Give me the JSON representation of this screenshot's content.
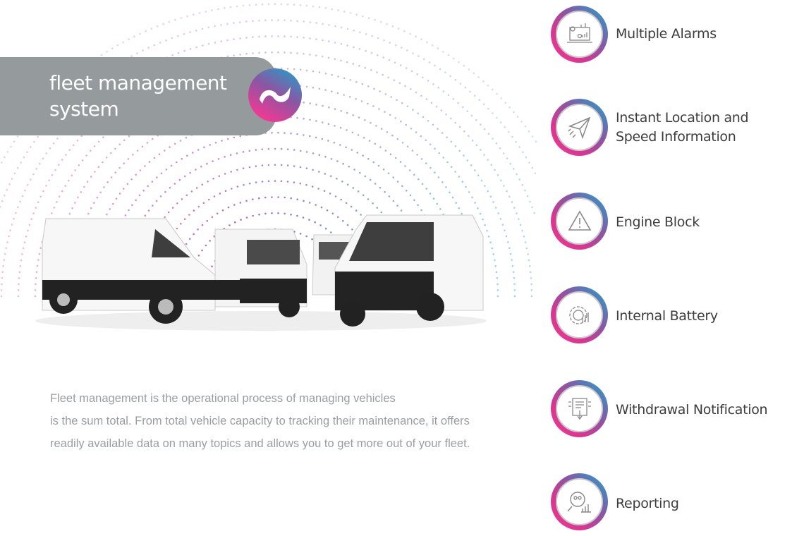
{
  "banner": {
    "title": "fleet management system",
    "logo_icon": "tilde-wave-icon"
  },
  "description": [
    "Fleet management is the operational process of managing vehicles",
    "is the sum total. From total vehicle capacity to tracking their maintenance, it offers",
    "readily available data on many topics and allows you to get more out of your fleet."
  ],
  "features": [
    {
      "label": "Multiple Alarms",
      "icon": "monitor-dashboard-icon"
    },
    {
      "label": "Instant Location and Speed Information",
      "icon": "paper-plane-icon"
    },
    {
      "label": "Engine Block",
      "icon": "warning-triangle-icon"
    },
    {
      "label": "Internal Battery",
      "icon": "gear-chart-icon"
    },
    {
      "label": "Withdrawal Notification",
      "icon": "touch-screen-icon"
    },
    {
      "label": "Reporting",
      "icon": "magnify-report-icon"
    }
  ],
  "colors": {
    "pink": "#ee3a95",
    "purple": "#8a56a4",
    "cyan": "#1aa8cf",
    "banner": "#959a9d"
  }
}
